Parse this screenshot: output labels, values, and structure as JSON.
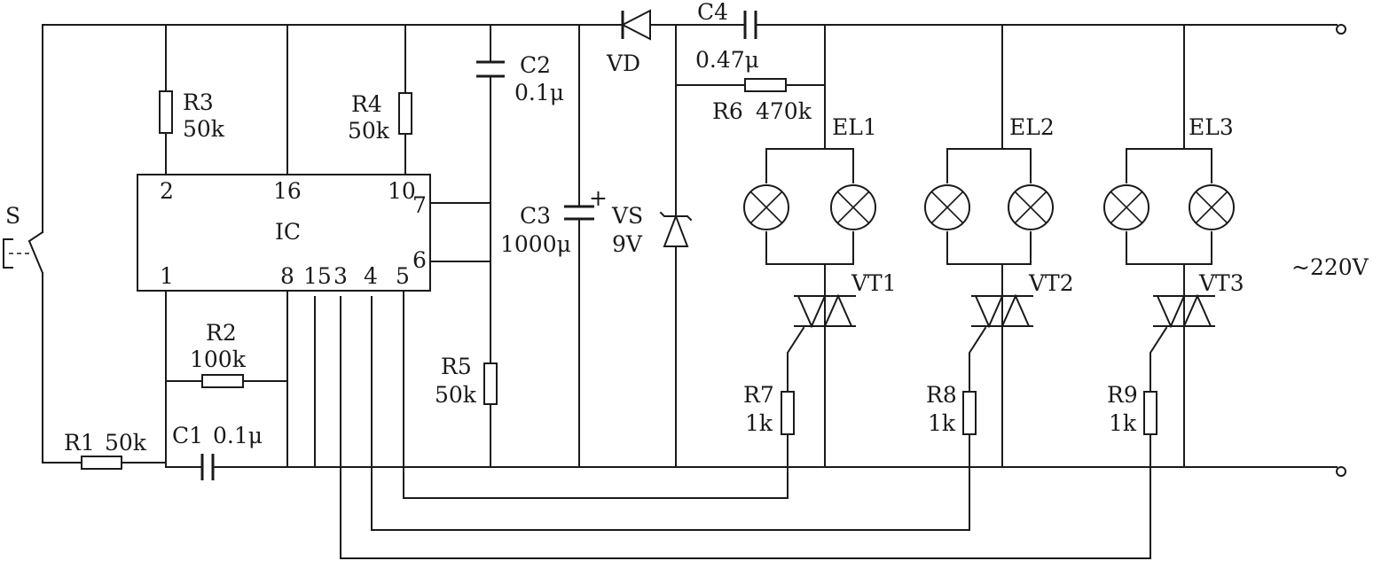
{
  "switch": {
    "label": "S"
  },
  "ic": {
    "label": "IC",
    "pins": {
      "p1": "1",
      "p2": "2",
      "p16": "16",
      "p10": "10",
      "p7": "7",
      "p6": "6",
      "p8": "8",
      "p15": "15",
      "p3": "3",
      "p4": "4",
      "p5": "5"
    }
  },
  "resistors": {
    "r1": {
      "ref": "R1",
      "value": "50k"
    },
    "r2": {
      "ref": "R2",
      "value": "100k"
    },
    "r3": {
      "ref": "R3",
      "value": "50k"
    },
    "r4": {
      "ref": "R4",
      "value": "50k"
    },
    "r5": {
      "ref": "R5",
      "value": "50k"
    },
    "r6": {
      "ref": "R6",
      "value": "470k"
    },
    "r7": {
      "ref": "R7",
      "value": "1k"
    },
    "r8": {
      "ref": "R8",
      "value": "1k"
    },
    "r9": {
      "ref": "R9",
      "value": "1k"
    }
  },
  "capacitors": {
    "c1": {
      "ref": "C1",
      "value": "0.1μ"
    },
    "c2": {
      "ref": "C2",
      "value": "0.1μ"
    },
    "c3": {
      "ref": "C3",
      "value": "1000μ",
      "polarity": "+"
    },
    "c4": {
      "ref": "C4",
      "value": "0.47μ"
    }
  },
  "diode": {
    "ref": "VD"
  },
  "zener": {
    "ref": "VS",
    "value": "9V"
  },
  "lamps": {
    "el1": "EL1",
    "el2": "EL2",
    "el3": "EL3"
  },
  "triacs": {
    "vt1": "VT1",
    "vt2": "VT2",
    "vt3": "VT3"
  },
  "supply": {
    "label": "~220V"
  }
}
